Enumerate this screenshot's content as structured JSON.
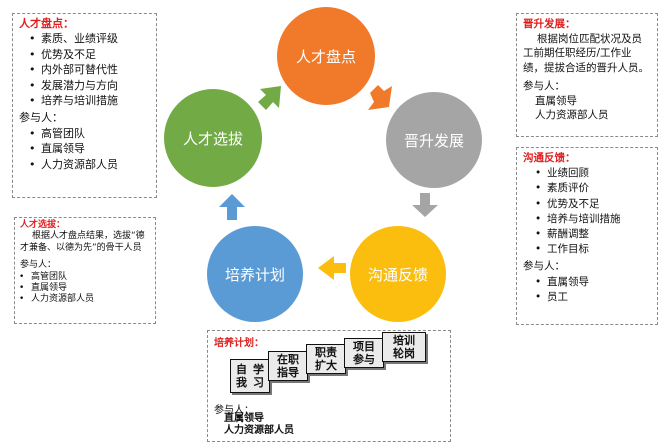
{
  "cycle": {
    "talent_review": "人才盘点",
    "promotion": "晋升发展",
    "communication": "沟通反馈",
    "training": "培养计划",
    "selection": "人才选拔"
  },
  "colors": {
    "talent_review": "#f07a2a",
    "promotion": "#a5a5a5",
    "communication": "#fbbd0e",
    "training": "#5b9bd5",
    "selection": "#72ab46"
  },
  "box_review": {
    "title": "人才盘点：",
    "items": [
      "素质、业绩评级",
      "优势及不足",
      "内外部可替代性",
      "发展潜力与方向",
      "培养与培训措施"
    ],
    "participants_label": "参与人：",
    "participants": [
      "高管团队",
      "直属领导",
      "人力资源部人员"
    ]
  },
  "box_selection": {
    "title": "人才选拔：",
    "desc": "根据人才盘点结果，选拔“德才兼备、以德为先”的骨干人员",
    "participants_label": "参与人：",
    "participants": [
      "高管团队",
      "直属领导",
      "人力资源部人员"
    ]
  },
  "box_promotion": {
    "title": "晋升发展：",
    "desc": "根据岗位匹配状况及员工前期任职经历/工作业绩，提拔合适的晋升人员。",
    "participants_label": "参与人：",
    "participants": [
      "直属领导",
      "人力资源部人员"
    ]
  },
  "box_feedback": {
    "title": "沟通反馈：",
    "items": [
      "业绩回顾",
      "素质评价",
      "优势及不足",
      "培养与培训措施",
      "薪酬调整",
      "工作目标"
    ],
    "participants_label": "参与人：",
    "participants": [
      "直属领导",
      "员工"
    ]
  },
  "box_training": {
    "title": "培养计划：",
    "steps": [
      {
        "line1": "自我",
        "line2": "学习"
      },
      {
        "line1": "在职",
        "line2": "指导"
      },
      {
        "line1": "职责",
        "line2": "扩大"
      },
      {
        "line1": "项目",
        "line2": "参与"
      },
      {
        "line1": "培训",
        "line2": "轮岗"
      }
    ],
    "participants_label": "参与人：",
    "participants": [
      "直属领导",
      "人力资源部人员"
    ]
  }
}
